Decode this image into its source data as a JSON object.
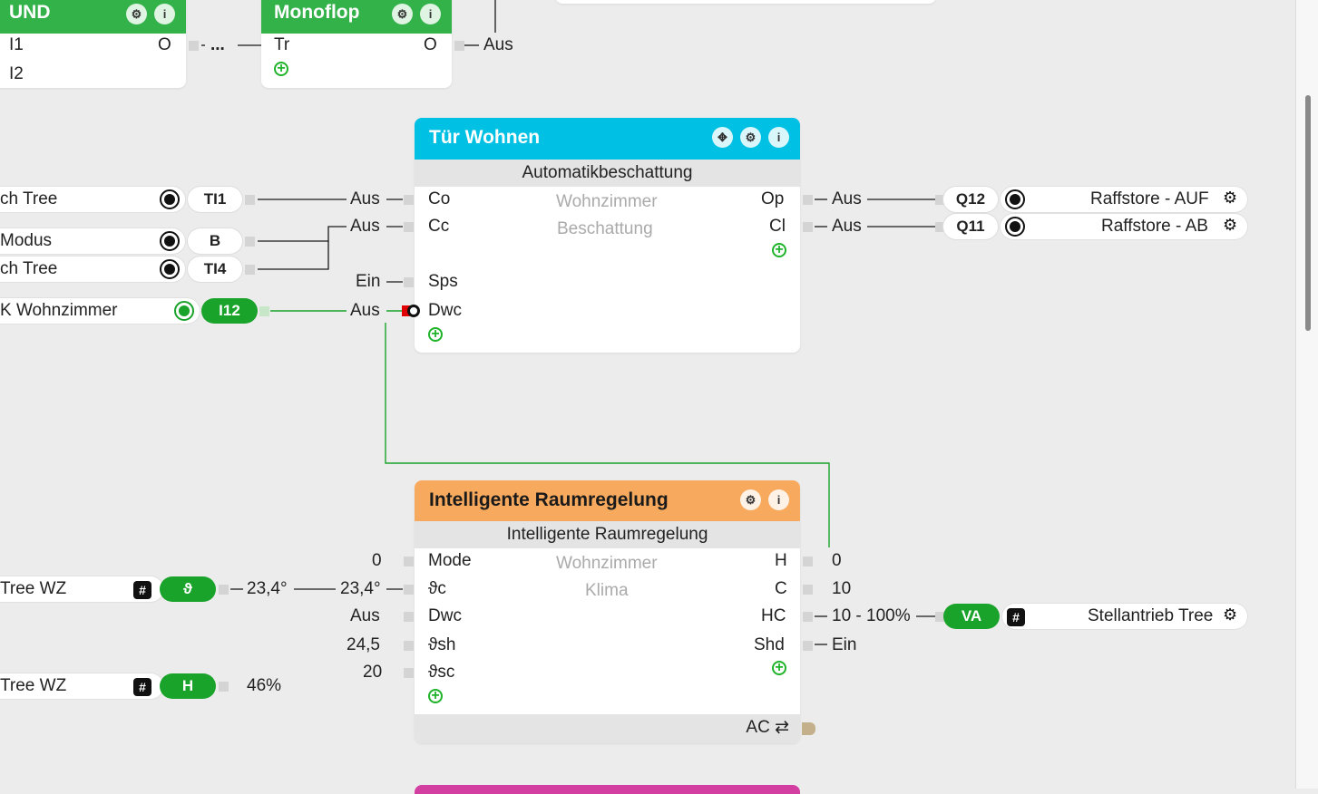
{
  "colors": {
    "green": "#34b24a",
    "cyan": "#00c0e4",
    "orange": "#f7a95e",
    "wire": "#1a1a1a",
    "wire_active": "#1aa32a"
  },
  "und": {
    "title": "UND",
    "in1": "I1",
    "in2": "I2",
    "out": "O",
    "ellipsis": "..."
  },
  "monoflop": {
    "title": "Monoflop",
    "in": "Tr",
    "out": "O",
    "out_value": "Aus"
  },
  "tur": {
    "title": "Tür Wohnen",
    "subtitle": "Automatikbeschattung",
    "room": "Wohnzimmer",
    "function": "Beschattung",
    "inputs": [
      {
        "label": "Co",
        "value": "Aus"
      },
      {
        "label": "Cc",
        "value": "Aus"
      },
      {
        "label": "Sps",
        "value": "Ein"
      },
      {
        "label": "Dwc",
        "value": "Aus"
      }
    ],
    "outputs": [
      {
        "label": "Op",
        "value": "Aus"
      },
      {
        "label": "Cl",
        "value": "Aus"
      }
    ]
  },
  "raum": {
    "title": "Intelligente Raumregelung",
    "subtitle": "Intelligente Raumregelung",
    "room": "Wohnzimmer",
    "function": "Klima",
    "inputs": [
      {
        "label": "Mode",
        "value": "0"
      },
      {
        "label": "ϑc",
        "value": "23,4°"
      },
      {
        "label": "Dwc",
        "value": "Aus"
      },
      {
        "label": "ϑsh",
        "value": "24,5"
      },
      {
        "label": "ϑsc",
        "value": "20"
      }
    ],
    "outputs": [
      {
        "label": "H",
        "value": "0"
      },
      {
        "label": "C",
        "value": "10"
      },
      {
        "label": "HC",
        "value": "10 - 100%"
      },
      {
        "label": "Shd",
        "value": "Ein"
      }
    ],
    "footer_label": "AC ⇄"
  },
  "left_inputs": [
    {
      "name": "ch Tree",
      "tag": "TI1"
    },
    {
      "name": "Modus",
      "tag": "B"
    },
    {
      "name": "ch Tree",
      "tag": "TI4"
    },
    {
      "name": "K Wohnzimmer",
      "tag": "I12"
    },
    {
      "name": "Tree WZ",
      "tag": "ϑ",
      "value": "23,4°"
    },
    {
      "name": "Tree WZ",
      "tag": "H",
      "value": "46%"
    }
  ],
  "right_outputs": [
    {
      "tag": "Q12",
      "name": "Raffstore - AUF"
    },
    {
      "tag": "Q11",
      "name": "Raffstore - AB"
    },
    {
      "tag": "VA",
      "name": "Stellantrieb Tree"
    }
  ],
  "icons": {
    "gear": "⚙",
    "info": "i",
    "hash": "#",
    "plus": "+",
    "move": "✥"
  }
}
